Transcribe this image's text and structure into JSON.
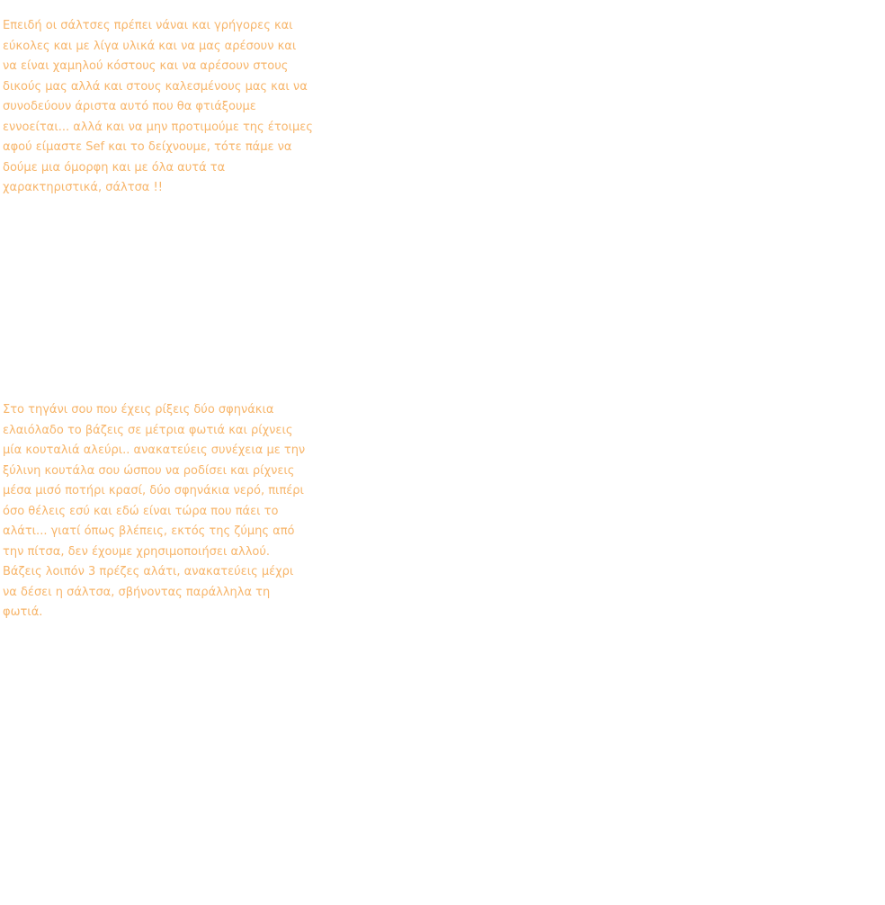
{
  "content": {
    "paragraph_1": {
      "lines": [
        "Επειδή οι σάλτσες πρέπει νάναι και γρήγορες και",
        "εύκολες και με λίγα υλικά και να μας αρέσουν και",
        "να είναι χαμηλού κόστους και να αρέσουν στους",
        "δικούς μας αλλά και στους καλεσμένους μας και να",
        "συνοδεύουν άριστα αυτό που θα φτιάξουμε",
        "εννοείται... αλλά και να μην προτιμούμε της έτοιμες",
        "αφού είμαστε Sef και το δείχνουμε, τότε πάμε να",
        "δούμε μια όμορφη και με όλα αυτά τα",
        "χαρακτηριστικά, σάλτσα !!"
      ]
    },
    "paragraph_2": {
      "lines": [
        "Στο τηγάνι σου που έχεις ρίξεις δύο σφηνάκια",
        "ελαιόλαδο το βάζεις σε μέτρια φωτιά και ρίχνεις",
        "μία κουταλιά αλεύρι.. ανακατεύεις συνέχεια με την",
        "ξύλινη κουτάλα σου ώσπου να ροδίσει και ρίχνεις",
        "μέσα μισό ποτήρι κρασί, δύο σφηνάκια νερό, πιπέρι",
        "όσο θέλεις εσύ και εδώ είναι τώρα που πάει το",
        "αλάτι... γιατί όπως βλέπεις, εκτός της ζύμης από",
        "την πίτσα, δεν έχουμε χρησιμοποιήσει αλλού.",
        "Βάζεις λοιπόν 3 πρέζες αλάτι, ανακατεύεις μέχρι",
        "να δέσει η σάλτσα, σβήνοντας παράλληλα τη",
        "φωτιά."
      ]
    }
  },
  "colors": {
    "text": "#f7b56a",
    "background": "#ffffff"
  }
}
